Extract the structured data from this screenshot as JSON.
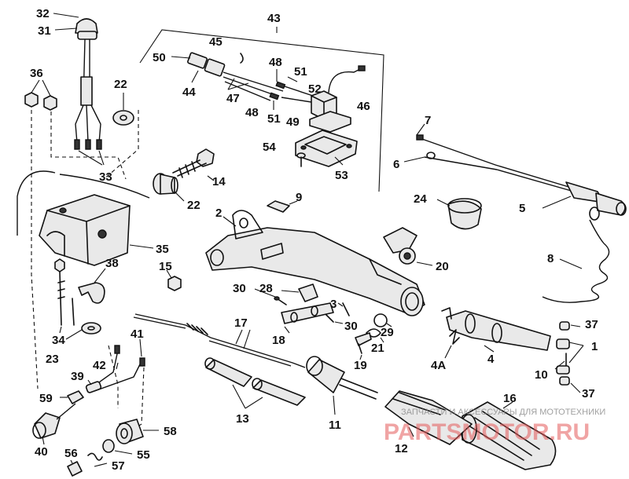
{
  "diagram": {
    "labels": [
      {
        "id": "l32",
        "text": "32"
      },
      {
        "id": "l31",
        "text": "31"
      },
      {
        "id": "l36",
        "text": "36"
      },
      {
        "id": "l22a",
        "text": "22"
      },
      {
        "id": "l33",
        "text": "33"
      },
      {
        "id": "l43",
        "text": "43"
      },
      {
        "id": "l45",
        "text": "45"
      },
      {
        "id": "l50",
        "text": "50"
      },
      {
        "id": "l48a",
        "text": "48"
      },
      {
        "id": "l51a",
        "text": "51"
      },
      {
        "id": "l52",
        "text": "52"
      },
      {
        "id": "l44",
        "text": "44"
      },
      {
        "id": "l47",
        "text": "47"
      },
      {
        "id": "l46",
        "text": "46"
      },
      {
        "id": "l48b",
        "text": "48"
      },
      {
        "id": "l51b",
        "text": "51"
      },
      {
        "id": "l49",
        "text": "49"
      },
      {
        "id": "l54",
        "text": "54"
      },
      {
        "id": "l53",
        "text": "53"
      },
      {
        "id": "l7",
        "text": "7"
      },
      {
        "id": "l6",
        "text": "6"
      },
      {
        "id": "l14",
        "text": "14"
      },
      {
        "id": "l22b",
        "text": "22"
      },
      {
        "id": "l9",
        "text": "9"
      },
      {
        "id": "l24",
        "text": "24"
      },
      {
        "id": "l5",
        "text": "5"
      },
      {
        "id": "l2",
        "text": "2"
      },
      {
        "id": "l8",
        "text": "8"
      },
      {
        "id": "l35",
        "text": "35"
      },
      {
        "id": "l38",
        "text": "38"
      },
      {
        "id": "l15",
        "text": "15"
      },
      {
        "id": "l20",
        "text": "20"
      },
      {
        "id": "l30a",
        "text": "30"
      },
      {
        "id": "l28",
        "text": "28"
      },
      {
        "id": "l3",
        "text": "3"
      },
      {
        "id": "l34",
        "text": "34"
      },
      {
        "id": "l17",
        "text": "17"
      },
      {
        "id": "l18",
        "text": "18"
      },
      {
        "id": "l30b",
        "text": "30"
      },
      {
        "id": "l29",
        "text": "29"
      },
      {
        "id": "l37a",
        "text": "37"
      },
      {
        "id": "l21",
        "text": "21"
      },
      {
        "id": "l1",
        "text": "1"
      },
      {
        "id": "l23",
        "text": "23"
      },
      {
        "id": "l41",
        "text": "41"
      },
      {
        "id": "l42",
        "text": "42"
      },
      {
        "id": "l19",
        "text": "19"
      },
      {
        "id": "l4A",
        "text": "4A"
      },
      {
        "id": "l4",
        "text": "4"
      },
      {
        "id": "l10",
        "text": "10"
      },
      {
        "id": "l39",
        "text": "39"
      },
      {
        "id": "l59",
        "text": "59"
      },
      {
        "id": "l37b",
        "text": "37"
      },
      {
        "id": "l16",
        "text": "16"
      },
      {
        "id": "l13",
        "text": "13"
      },
      {
        "id": "l11",
        "text": "11"
      },
      {
        "id": "l58",
        "text": "58"
      },
      {
        "id": "l40",
        "text": "40"
      },
      {
        "id": "l12",
        "text": "12"
      },
      {
        "id": "l56",
        "text": "56"
      },
      {
        "id": "l55",
        "text": "55"
      },
      {
        "id": "l57",
        "text": "57"
      }
    ],
    "watermark": {
      "small_text": "ЗАПЧАСТИ И АКСЕССУАРЫ ДЛЯ МОТОТЕХНИКИ",
      "brand_text": "PARTSMOTOR.RU",
      "color": "#e45a5a"
    }
  }
}
